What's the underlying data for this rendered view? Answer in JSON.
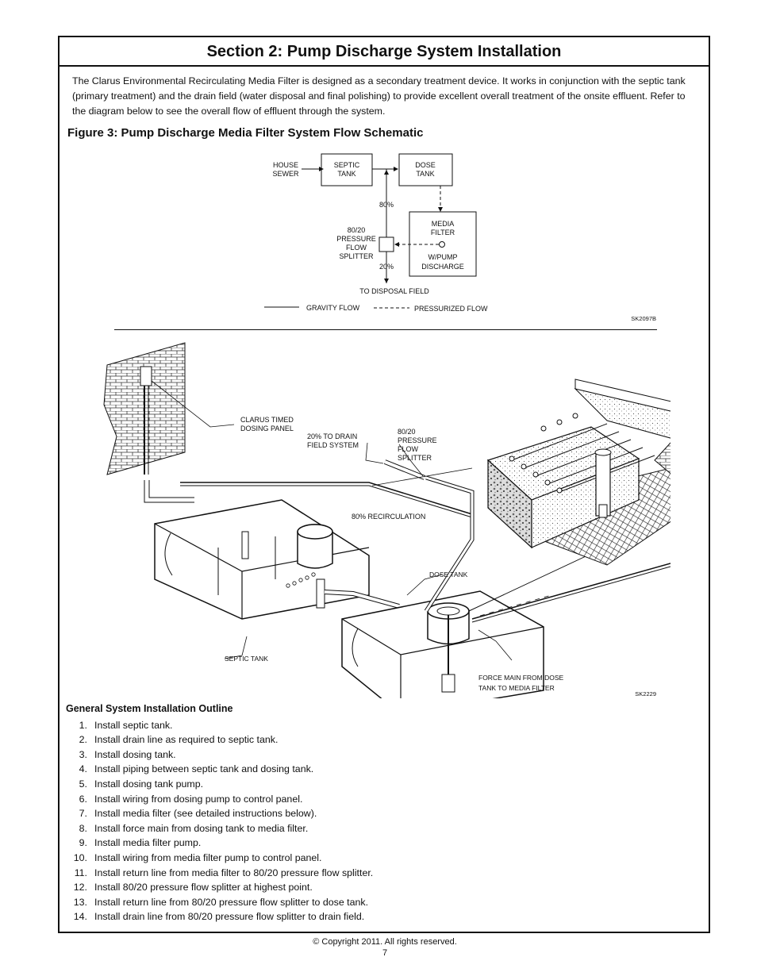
{
  "section_title": "Section 2:  Pump Discharge System Installation",
  "intro": "The Clarus Environmental Recirculating Media Filter is designed as a secondary treatment device.  It works in conjunction with the septic tank (primary treatment) and the drain field (water disposal and final polishing) to provide excellent overall treatment of the onsite effluent. Refer to the diagram below to see the overall flow of effluent through the system.",
  "figure_title": "Figure 3:  Pump Discharge Media Filter System Flow Schematic",
  "schematic": {
    "house_sewer_1": "HOUSE",
    "house_sewer_2": "SEWER",
    "septic_1": "SEPTIC",
    "septic_2": "TANK",
    "dose_1": "DOSE",
    "dose_2": "TANK",
    "pct_80": "80%",
    "pct_20": "20%",
    "splitter_1": "80/20",
    "splitter_2": "PRESSURE",
    "splitter_3": "FLOW",
    "splitter_4": "SPLITTER",
    "media_1": "MEDIA",
    "media_2": "FILTER",
    "media_3": "W/PUMP",
    "media_4": "DISCHARGE",
    "disposal": "TO DISPOSAL FIELD",
    "legend_gravity": "GRAVITY FLOW",
    "legend_pressurized": "PRESSURIZED FLOW",
    "code": "SK2097B"
  },
  "iso": {
    "panel_1": "CLARUS TIMED",
    "panel_2": "DOSING PANEL",
    "drain_1": "20% TO DRAIN",
    "drain_2": "FIELD SYSTEM",
    "split_1": "80/20",
    "split_2": "PRESSURE",
    "split_3": "FLOW",
    "split_4": "SPLITTER",
    "recirc": "80% RECIRCULATION",
    "dose_tank": "DOSE TANK",
    "septic_tank": "SEPTIC TANK",
    "force_1": "FORCE MAIN FROM DOSE",
    "force_2": "TANK TO MEDIA FILTER",
    "code": "SK2229"
  },
  "outline": {
    "heading": "General System Installation Outline",
    "steps": [
      {
        "n": "1.",
        "t": "Install septic tank."
      },
      {
        "n": "2.",
        "t": "Install drain line as required to septic tank."
      },
      {
        "n": "3.",
        "t": "Install dosing tank."
      },
      {
        "n": "4.",
        "t": "Install piping between septic tank and dosing tank."
      },
      {
        "n": "5.",
        "t": "Install dosing tank pump."
      },
      {
        "n": "6.",
        "t": "Install wiring from dosing pump to control panel."
      },
      {
        "n": "7.",
        "t": "Install media filter (see detailed instructions below)."
      },
      {
        "n": "8.",
        "t": "Install force main from dosing tank to media filter."
      },
      {
        "n": "9.",
        "t": "Install media filter pump."
      },
      {
        "n": "10.",
        "t": "Install wiring from media filter pump to control panel."
      },
      {
        "n": "11.",
        "t": "Install return line from media filter to 80/20 pressure flow splitter."
      },
      {
        "n": "12.",
        "t": "Install 80/20 pressure flow splitter at highest point."
      },
      {
        "n": "13.",
        "t": "Install return line from 80/20 pressure flow splitter to dose tank."
      },
      {
        "n": "14.",
        "t": "Install drain line from 80/20 pressure flow splitter to drain field."
      }
    ]
  },
  "footer": {
    "copyright": "© Copyright 2011. All rights reserved.",
    "page": "7"
  }
}
